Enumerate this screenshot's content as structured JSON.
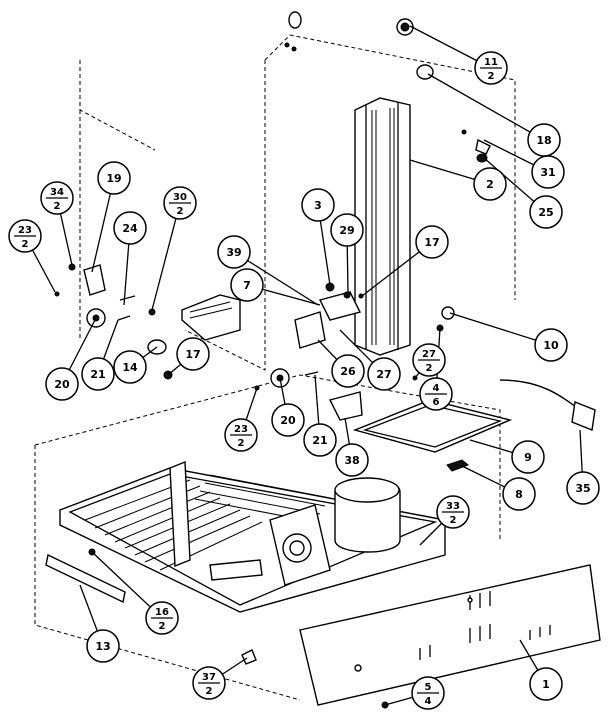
{
  "callouts": [
    {
      "id": "c11",
      "top": "11",
      "bottom": "2"
    },
    {
      "id": "c18",
      "top": "18"
    },
    {
      "id": "c31",
      "top": "31"
    },
    {
      "id": "c25",
      "top": "25"
    },
    {
      "id": "c2",
      "top": "2"
    },
    {
      "id": "c19",
      "top": "19"
    },
    {
      "id": "c34",
      "top": "34",
      "bottom": "2"
    },
    {
      "id": "c30",
      "top": "30",
      "bottom": "2"
    },
    {
      "id": "c23a",
      "top": "23",
      "bottom": "2"
    },
    {
      "id": "c24",
      "top": "24"
    },
    {
      "id": "c3",
      "top": "3"
    },
    {
      "id": "c29",
      "top": "29"
    },
    {
      "id": "c17a",
      "top": "17"
    },
    {
      "id": "c39",
      "top": "39"
    },
    {
      "id": "c7",
      "top": "7"
    },
    {
      "id": "c10",
      "top": "10"
    },
    {
      "id": "c20a",
      "top": "20"
    },
    {
      "id": "c21a",
      "top": "21"
    },
    {
      "id": "c14",
      "top": "14"
    },
    {
      "id": "c17b",
      "top": "17"
    },
    {
      "id": "c26",
      "top": "26"
    },
    {
      "id": "c27a",
      "top": "27"
    },
    {
      "id": "c27b",
      "top": "27",
      "bottom": "2"
    },
    {
      "id": "c4",
      "top": "4",
      "bottom": "6"
    },
    {
      "id": "c23b",
      "top": "23",
      "bottom": "2"
    },
    {
      "id": "c20b",
      "top": "20"
    },
    {
      "id": "c21b",
      "top": "21"
    },
    {
      "id": "c38",
      "top": "38"
    },
    {
      "id": "c9",
      "top": "9"
    },
    {
      "id": "c8",
      "top": "8"
    },
    {
      "id": "c35",
      "top": "35"
    },
    {
      "id": "c33",
      "top": "33",
      "bottom": "2"
    },
    {
      "id": "c16",
      "top": "16",
      "bottom": "2"
    },
    {
      "id": "c13",
      "top": "13"
    },
    {
      "id": "c37",
      "top": "37",
      "bottom": "2"
    },
    {
      "id": "c1",
      "top": "1"
    },
    {
      "id": "c5",
      "top": "5",
      "bottom": "4"
    }
  ]
}
